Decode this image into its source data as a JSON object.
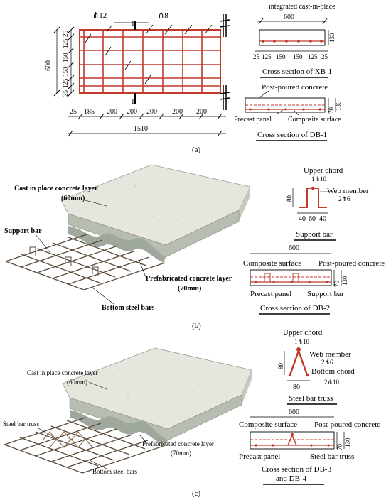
{
  "panel_a": {
    "plan": {
      "bar_left": "⋔12",
      "bar_right": "⋔8",
      "section_mark_top": "1",
      "section_mark_bottom": "1",
      "height_total": "600",
      "left_dims": [
        "25",
        "125",
        "150",
        "150",
        "125",
        "25"
      ],
      "bottom_dims": [
        "25",
        "185",
        "200",
        "200",
        "200",
        "200",
        "200"
      ],
      "total_length": "1510"
    },
    "xb1": {
      "top_label": "integrated cast-in-place",
      "width": "600",
      "thickness": "130",
      "dims": [
        "25",
        "125",
        "150",
        "150",
        "125",
        "25"
      ],
      "caption": "Cross section of XB-1"
    },
    "db1": {
      "post_poured": "Post-poured concrete",
      "t1": "70",
      "t2": "130",
      "precast": "Precast panel",
      "composite": "Composite surface",
      "caption": "Cross section of DB-1"
    },
    "label": "(a)"
  },
  "panel_b": {
    "cast_layer": "Cast in place concrete layer",
    "cast_thickness": "(60mm)",
    "support_bar": "Support bar",
    "prefab_layer": "Prefabricated concrete layer",
    "prefab_thickness": "(70mm)",
    "bottom_bars": "Bottom steel bars",
    "detail": {
      "upper_chord": "Upper chord",
      "upper_bar": "1⋔10",
      "web_member": "Web member",
      "web_bar": "2⋔6",
      "height": "80",
      "dims": [
        "40",
        "60",
        "40"
      ],
      "caption": "Support bar"
    },
    "db2": {
      "width": "600",
      "composite": "Composite surface",
      "post_poured": "Post-poured concrete",
      "t1": "70",
      "t2": "130",
      "precast": "Precast panel",
      "support_bar": "Support bar",
      "caption": "Cross section of DB-2"
    },
    "label": "(b)"
  },
  "panel_c": {
    "cast_layer": "Cast in place concrete layer",
    "cast_thickness": "(60mm)",
    "truss": "Steel bar truss",
    "prefab_layer": "Prefabricated concrete layer",
    "prefab_thickness": "(70mm)",
    "bottom_bars": "Bottom steel bars",
    "detail": {
      "upper_chord": "Upper chord",
      "upper_bar": "1⋔10",
      "web_member": "Web member",
      "web_bar": "2⋔6",
      "bottom_chord": "Bottom chord",
      "bottom_bar": "2⋔10",
      "height": "80",
      "width": "80",
      "caption": "Steel bar truss"
    },
    "db34": {
      "width": "600",
      "composite": "Composite surface",
      "post_poured": "Post-poured concrete",
      "t1": "70",
      "t2": "130",
      "precast": "Precast panel",
      "truss": "Steel bar truss",
      "caption_line1": "Cross section of DB-3",
      "caption_line2": "and DB-4"
    },
    "label": "(c)"
  },
  "colors": {
    "rebar": "#c0392b",
    "slab_top": "#e6e6df",
    "slab_side": "#b7bdb0",
    "precast": "#9fa89c",
    "steel": "#5a4a3a"
  }
}
